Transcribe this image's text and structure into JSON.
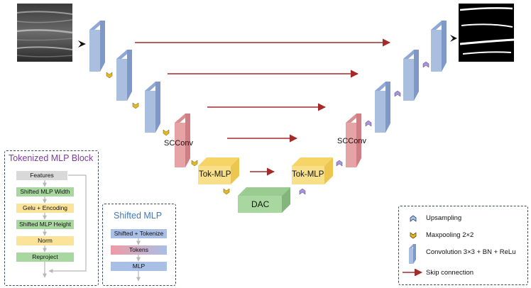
{
  "labels": {
    "scconv_left": "SCConv",
    "scconv_right": "SCConv",
    "tokmlp_left": "Tok-MLP",
    "tokmlp_right": "Tok-MLP",
    "dac": "DAC"
  },
  "tokenized_block": {
    "title": "Tokenized MLP Block",
    "steps": [
      "Features",
      "Shifted MLP Width",
      "Gelu + Encoding",
      "Shifted MLP Height",
      "Norm",
      "Reproject"
    ]
  },
  "shifted_mlp": {
    "title": "Shifted MLP",
    "steps": [
      "Shifted + Tokenize",
      "Tokens",
      "MLP"
    ]
  },
  "legend": {
    "upsampling": "Upsampling",
    "maxpooling": "Maxpooling 2×2",
    "convolution": "Convolution 3×3 + BN + ReLu",
    "skip": "Skip connection"
  },
  "colors": {
    "conv_block": "#aabfe0",
    "scconv_block": "#e6a3a6",
    "tokmlp_block": "#f8e08a",
    "dac_block": "#a8d8a0",
    "skip_arrow": "#a52a2a",
    "maxpool_icon": "#e4b820",
    "upsample_icon": "#a894d6",
    "title_purple": "#7a3e9d",
    "title_blue": "#3d7ac0"
  }
}
